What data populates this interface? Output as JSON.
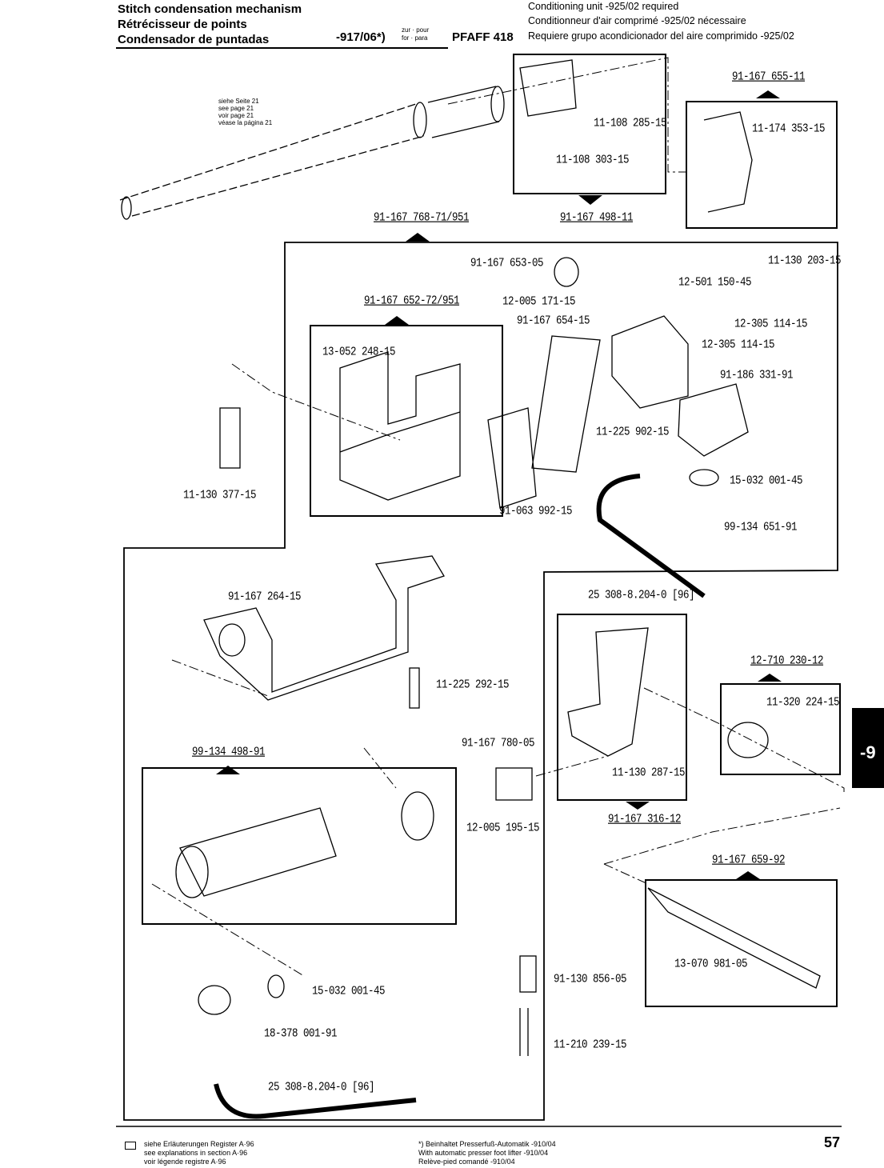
{
  "header": {
    "titles": [
      "Stitch condensation mechanism",
      "Rétrécisseur de points",
      "Condensador de puntadas"
    ],
    "model_code": "-917/06*)",
    "for_label_1": "zur · pour",
    "for_label_2": "for · para",
    "machine": "PFAFF 418",
    "notes": [
      "Conditioning unit -925/02 required",
      "Conditionneur d'air comprimé -925/02 nécessaire",
      "Requiere grupo acondicionador del aire comprimido -925/02"
    ]
  },
  "see_page": [
    "siehe Seite 21",
    "see page 21",
    "voir page 21",
    "véase la página 21"
  ],
  "parts": {
    "p1": "91-167 655-11",
    "p2": "11-174 353-15",
    "p3": "11-108 285-15",
    "p4": "11-108 303-15",
    "p5": "91-167 498-11",
    "p6": "91-167 768-71/951",
    "p7": "91-167 652-72/951",
    "p8": "13-052 248-15",
    "p9": "11-130 377-15",
    "p10": "91-167 653-05",
    "p11": "12-005 171-15",
    "p12": "91-167 654-15",
    "p13": "11-130 203-15",
    "p14": "12-501 150-45",
    "p15": "12-305 114-15",
    "p16": "12-305 114-15",
    "p17": "91-186 331-91",
    "p18": "11-225 902-15",
    "p19": "91-063 992-15",
    "p20": "15-032 001-45",
    "p21": "99-134 651-91",
    "p22": "25 308-8.204-0 [96]",
    "p23": "91-167 264-15",
    "p24": "11-225 292-15",
    "p25": "91-167 780-05",
    "p26": "12-005 195-15",
    "p27": "99-134 498-91",
    "p28": "11-130 287-15",
    "p29": "91-167 316-12",
    "p30": "12-710 230-12",
    "p31": "11-320 224-15",
    "p32": "91-167 659-92",
    "p33": "13-070 981-05",
    "p34": "91-130 856-05",
    "p35": "11-210 239-15",
    "p36": "15-032 001-45",
    "p37": "18-378 001-91",
    "p38": "25 308-8.204-0 [96]"
  },
  "section_tab": "-9",
  "footer": {
    "legend": [
      "siehe Erläuterungen Register A·96",
      "see explanations in section A·96",
      "voir légende registre A·96"
    ],
    "footnote": [
      "*) Beinhaltet Presserfuß-Automatik -910/04",
      "With automatic presser foot lifter -910/04",
      "Relève-pied comandé -910/04"
    ],
    "page_number": "57"
  }
}
